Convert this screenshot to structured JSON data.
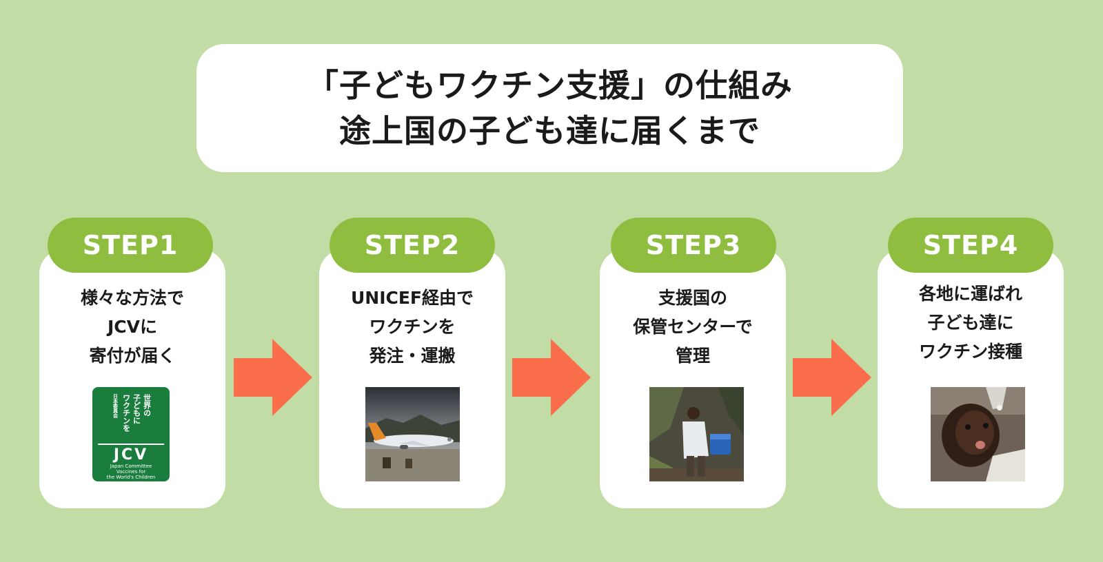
{
  "title": {
    "line1": "「子どもワクチン支援」の仕組み",
    "line2": "途上国の子ども達に届くまで"
  },
  "steps": [
    {
      "label": "STEP1",
      "lines": [
        "様々な方法で",
        "JCVに",
        "寄付が届く"
      ]
    },
    {
      "label": "STEP2",
      "lines": [
        "UNICEF経由で",
        "ワクチンを",
        "発注・運搬"
      ]
    },
    {
      "label": "STEP3",
      "lines": [
        "支援国の",
        "保管センターで",
        "管理"
      ]
    },
    {
      "label": "STEP4",
      "lines": [
        "各地に運ばれ",
        "子ども達に",
        "ワクチン接種"
      ]
    }
  ],
  "logo": {
    "jp_col1": "世界の",
    "jp_col2": "子どもに",
    "jp_col3": "ワクチンを",
    "jp_small": "日本委員会",
    "acronym": "JCV",
    "en_line1": "Japan Committee",
    "en_line2": "Vaccines for",
    "en_line3": "the World's Children"
  },
  "colors": {
    "background": "#c2dca5",
    "pill": "#8fbd3f",
    "arrow": "#fb6e4b",
    "logo": "#1a7d3e"
  }
}
